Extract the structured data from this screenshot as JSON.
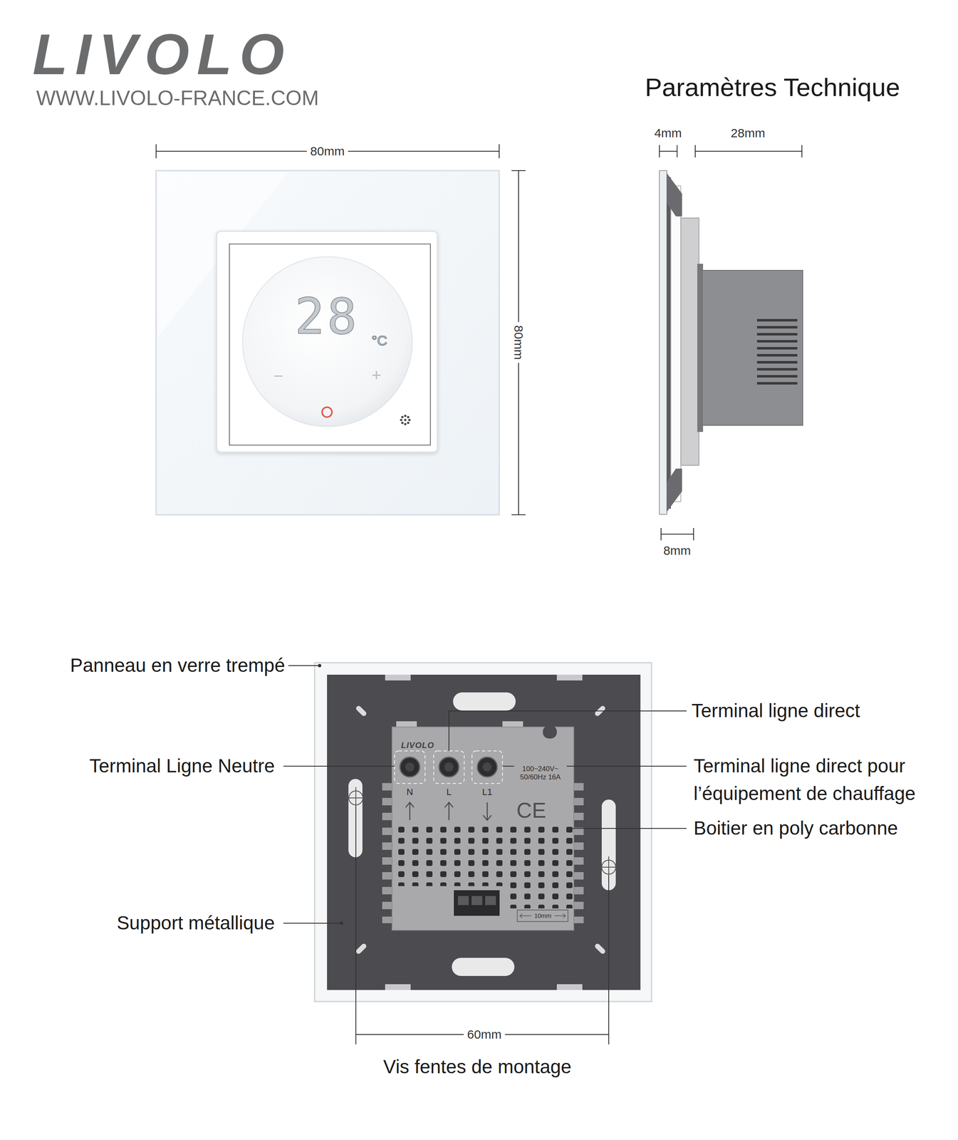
{
  "diagram": {
    "title": "Paramètres Technique",
    "labels": [
      "LIVOLO",
      "WWW.LIVOLO-FRANCE.COM",
      "4mm",
      "28mm",
      "80mm",
      "28",
      "°C",
      "−",
      "+",
      "80mm",
      "8mm",
      "Panneau en verre trempé",
      "Terminal ligne direct",
      "LIVOLO",
      "Terminal Ligne Neutre",
      "Terminal ligne direct pour l’équipement de chauffage",
      "100~240V~ 50/60Hz 16A",
      "N",
      "L",
      "L1",
      "CE",
      "Boitier en poly carbonne",
      "Support métallique",
      "10mm",
      "60mm",
      "Vis fentes de montage"
    ]
  }
}
